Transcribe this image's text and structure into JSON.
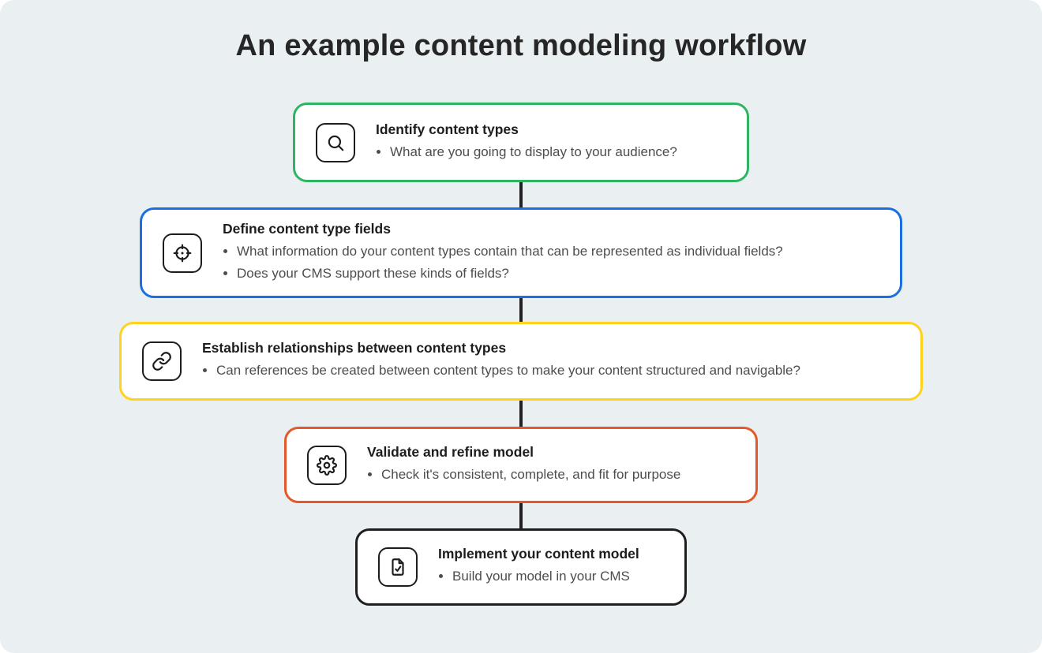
{
  "page": {
    "title": "An example content modeling workflow"
  },
  "colors": {
    "background": "#eaeff1",
    "card_background": "#ffffff",
    "text_primary": "#1d1d1d",
    "text_secondary": "#4d4d4d",
    "connector": "#222222"
  },
  "steps": [
    {
      "id": "identify-content-types",
      "icon": "search-icon",
      "border_color": "#2DB563",
      "title": "Identify content types",
      "bullets": [
        "What are you going to display to your audience?"
      ]
    },
    {
      "id": "define-content-type-fields",
      "icon": "target-icon",
      "border_color": "#1B6FE0",
      "title": "Define content type fields",
      "bullets": [
        "What information do your content types contain that can be represented as individual fields?",
        "Does your CMS support these kinds of fields?"
      ]
    },
    {
      "id": "establish-relationships",
      "icon": "link-icon",
      "border_color": "#FFD21E",
      "title": "Establish relationships between content types",
      "bullets": [
        "Can references be created between content types to make your content structured and navigable?"
      ]
    },
    {
      "id": "validate-and-refine-model",
      "icon": "gear-icon",
      "border_color": "#E3592B",
      "title": "Validate and refine model",
      "bullets": [
        "Check it's consistent, complete, and fit for purpose"
      ]
    },
    {
      "id": "implement-content-model",
      "icon": "file-check-icon",
      "border_color": "#1F1F1F",
      "title": "Implement your content model",
      "bullets": [
        "Build your model in your CMS"
      ]
    }
  ]
}
